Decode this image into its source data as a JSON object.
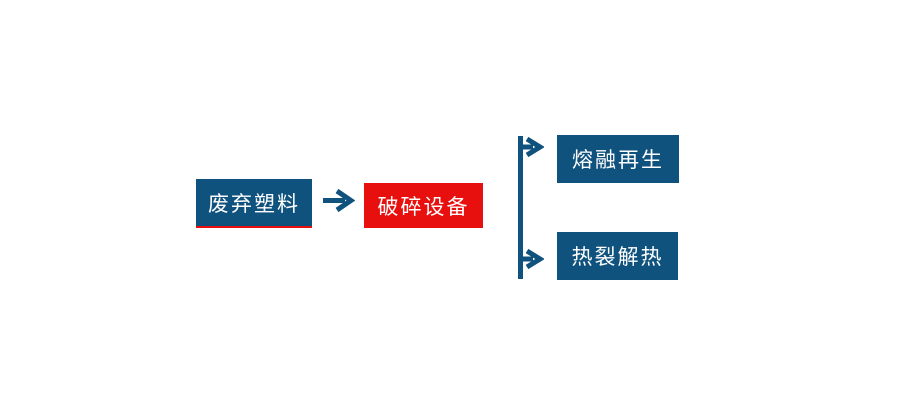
{
  "diagram": {
    "type": "flowchart",
    "background_color": "#ffffff",
    "connector_color": "#0f527e",
    "nodes": [
      {
        "id": "waste-plastic",
        "label": "废弃塑料",
        "background_color": "#0f527e",
        "text_color": "#ffffff",
        "underline_color": "#e8100e"
      },
      {
        "id": "crushing-equipment",
        "label": "破碎设备",
        "background_color": "#e8100e",
        "text_color": "#ffffff"
      },
      {
        "id": "melt-regeneration",
        "label": "熔融再生",
        "background_color": "#0f527e",
        "text_color": "#ffffff"
      },
      {
        "id": "pyrolysis",
        "label": "热裂解热",
        "background_color": "#0f527e",
        "text_color": "#ffffff"
      }
    ],
    "edges": [
      {
        "from": "waste-plastic",
        "to": "crushing-equipment",
        "style": "arrow"
      },
      {
        "from": "branch",
        "to": "melt-regeneration",
        "style": "arrow"
      },
      {
        "from": "branch",
        "to": "pyrolysis",
        "style": "arrow"
      }
    ]
  }
}
